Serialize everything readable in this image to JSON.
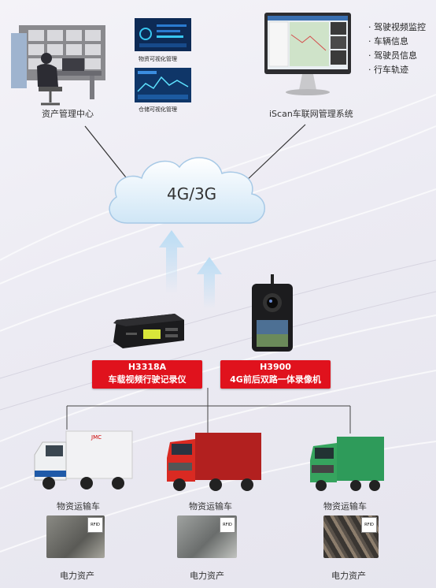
{
  "top": {
    "center_label": "资产管理中心",
    "dash1_label": "物资可视化管理",
    "dash2_label": "仓储可视化管理",
    "system_label": "iScan车联网管理系统",
    "features": [
      "驾驶视频监控",
      "车辆信息",
      "驾驶员信息",
      "行车轨迹"
    ]
  },
  "network": {
    "label": "4G/3G"
  },
  "devices": [
    {
      "model": "H3318A",
      "desc": "车载视频行驶记录仪"
    },
    {
      "model": "H3900",
      "desc": "4G前后双路一体录像机"
    }
  ],
  "vehicles": [
    {
      "label": "物资运输车",
      "brand": "JMC",
      "asset": "电力资产",
      "tag": "RFID"
    },
    {
      "label": "物资运输车",
      "asset": "电力资产",
      "tag": "RFID"
    },
    {
      "label": "物资运输车",
      "asset": "电力资产",
      "tag": "RFID"
    }
  ],
  "colors": {
    "accent_red": "#e0121d",
    "cloud": "#cfe6f6",
    "arrow": "#b9dcf4"
  }
}
